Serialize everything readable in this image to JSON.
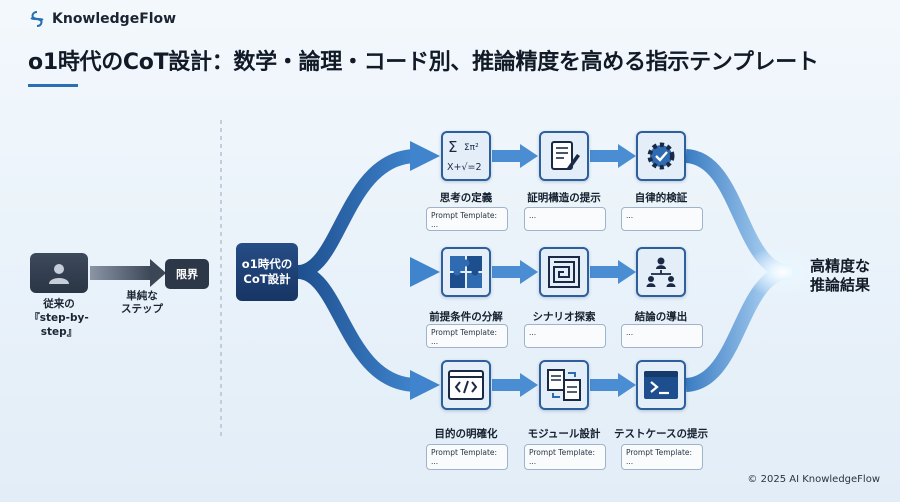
{
  "brand": {
    "name": "KnowledgeFlow",
    "logo_icon": "flow-logo-icon"
  },
  "title": "o1時代のCoT設計：数学・論理・コード別、推論精度を高める指示テンプレート",
  "legacy": {
    "label_line1": "従来の",
    "label_line2": "『step-by-step』",
    "arrow_label_line1": "単純な",
    "arrow_label_line2": "ステップ",
    "limit_label": "限界"
  },
  "hub": {
    "line1": "o1時代の",
    "line2": "CoT設計"
  },
  "rows": [
    {
      "nodes": [
        {
          "icon": "math-formula-icon",
          "label": "思考の定義",
          "prompt": "Prompt Template: ..."
        },
        {
          "icon": "document-pen-icon",
          "label": "証明構造の提示",
          "prompt": "..."
        },
        {
          "icon": "gear-check-icon",
          "label": "自律的検証",
          "prompt": "..."
        }
      ]
    },
    {
      "nodes": [
        {
          "icon": "puzzle-icon",
          "label": "前提条件の分解",
          "prompt": "Prompt Template: ..."
        },
        {
          "icon": "maze-icon",
          "label": "シナリオ探索",
          "prompt": "..."
        },
        {
          "icon": "hierarchy-icon",
          "label": "結論の導出",
          "prompt": "..."
        }
      ]
    },
    {
      "nodes": [
        {
          "icon": "code-window-icon",
          "label": "目的の明確化",
          "prompt": "Prompt Template:\n..."
        },
        {
          "icon": "modules-icon",
          "label": "モジュール設計",
          "prompt": "Prompt Template:\n..."
        },
        {
          "icon": "terminal-icon",
          "label": "テストケースの提示",
          "prompt": "Prompt Template:\n..."
        }
      ]
    }
  ],
  "result": {
    "line1": "高精度な",
    "line2": "推論結果"
  },
  "footer": {
    "copyright": "© 2025 AI KnowledgeFlow"
  },
  "colors": {
    "accent": "#2a6fb3",
    "dark_node": "#173564",
    "flow": "#3f7fc4"
  }
}
